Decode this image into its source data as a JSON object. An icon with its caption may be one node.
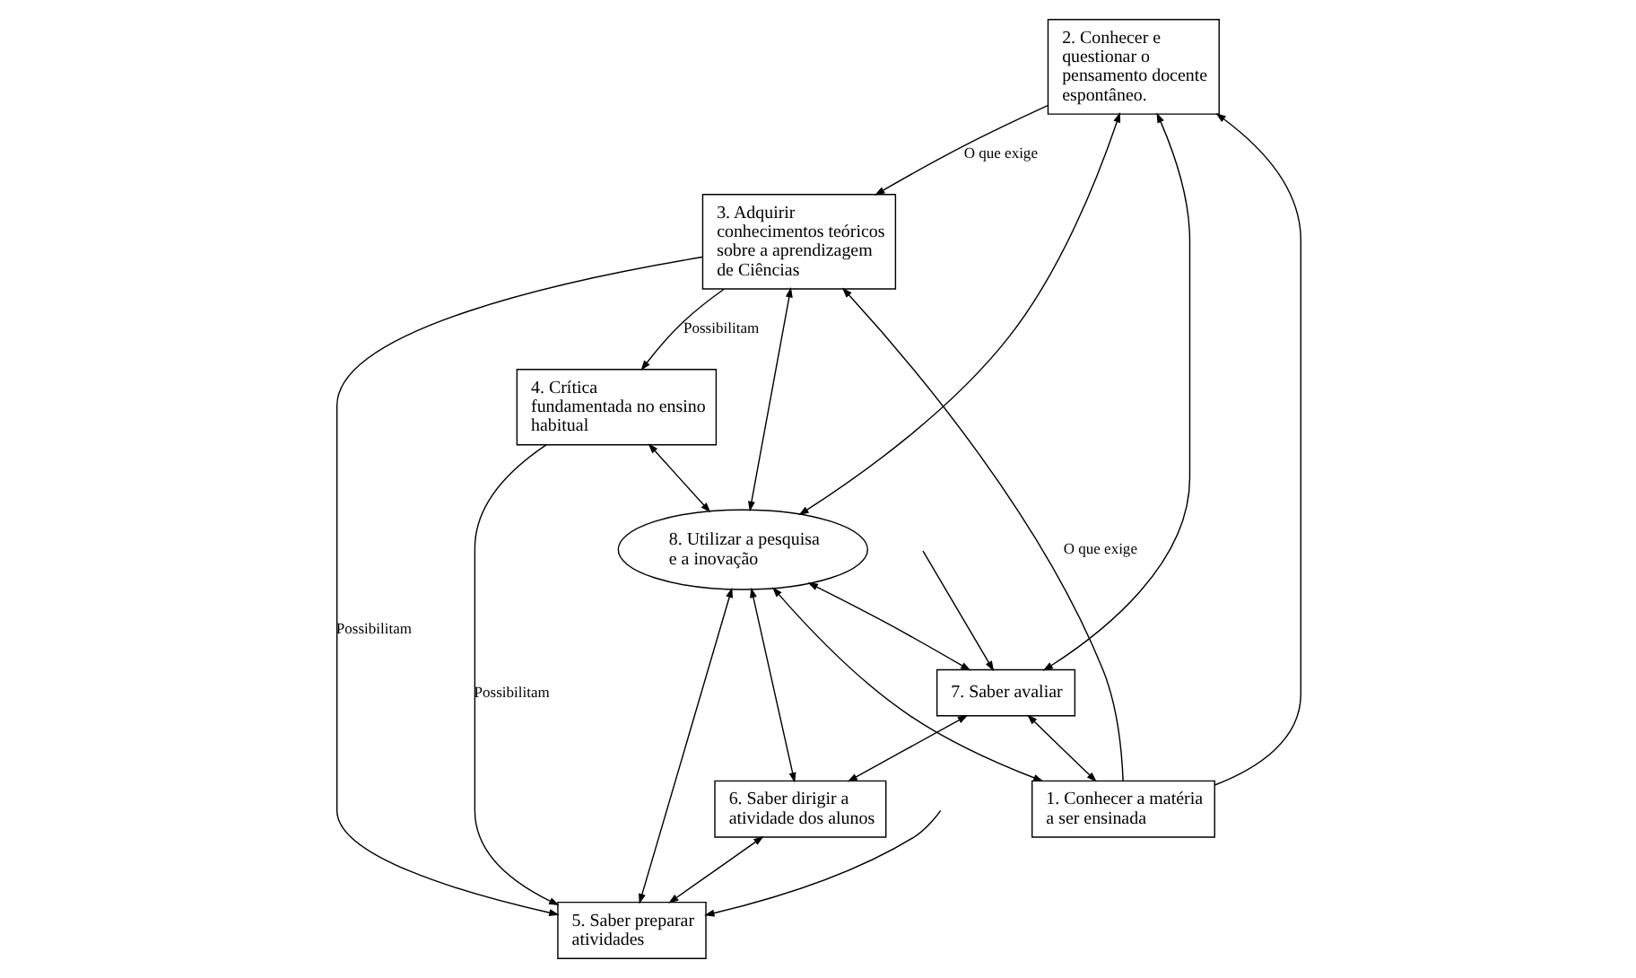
{
  "diagram": {
    "nodes": [
      {
        "text": [
          "2. Conhecer e questionar o pensamento docente espontâneo."
        ]
      },
      {
        "text": [
          "3. Adquirir conhecimentos teóricos sobre a aprendizagem de Ciências"
        ]
      },
      {
        "text": [
          "4. Crítica fundamentada no ensino habitual"
        ]
      },
      {
        "text": [
          "8. Utilizar a pesquisa e a inovação"
        ]
      },
      {
        "text": [
          "1. Conhecer a matéria a ser ensinada"
        ]
      },
      {
        "text": [
          "5. Saber preparar atividades"
        ]
      },
      {
        "text": [
          "7. Saber avaliar"
        ]
      },
      {
        "text": [
          "6. Saber dirigir a atividade dos alunos"
        ]
      }
    ],
    "edges": [
      {
        "from": 0,
        "to": 1,
        "arrow": "to",
        "label": "O que exige"
      },
      {
        "from": 1,
        "to": 2,
        "arrow": "to",
        "label": "Possibilitam"
      },
      {
        "from": 1,
        "to": 5,
        "arrow": "to",
        "label": "Possibilitam"
      },
      {
        "from": 2,
        "to": 5,
        "arrow": "to",
        "label": "Possibilitam"
      },
      {
        "from": 4,
        "to": 0,
        "arrow": "to"
      },
      {
        "from": 4,
        "to": 1,
        "arrow": "to",
        "label": "O que exige"
      },
      {
        "from": 0,
        "to": 3,
        "arrow": "both"
      },
      {
        "from": 1,
        "to": 3,
        "arrow": "both"
      },
      {
        "from": 2,
        "to": 3,
        "arrow": "both"
      },
      {
        "from": 4,
        "to": 3,
        "arrow": "both"
      },
      {
        "from": 3,
        "to": 5,
        "arrow": "both"
      },
      {
        "from": 3,
        "to": 6,
        "arrow": "both"
      },
      {
        "from": 3,
        "to": 7,
        "arrow": "both"
      },
      {
        "from": 6,
        "to": 7,
        "arrow": "both"
      },
      {
        "from": 7,
        "to": 5,
        "arrow": "both"
      },
      {
        "from": 6,
        "to": 4,
        "arrow": "both"
      },
      {
        "from": 6,
        "to": 0,
        "arrow": "both"
      },
      {
        "from": null,
        "to": 6,
        "arrow": "to"
      },
      {
        "from": null,
        "to": 5,
        "arrow": "to"
      }
    ]
  }
}
